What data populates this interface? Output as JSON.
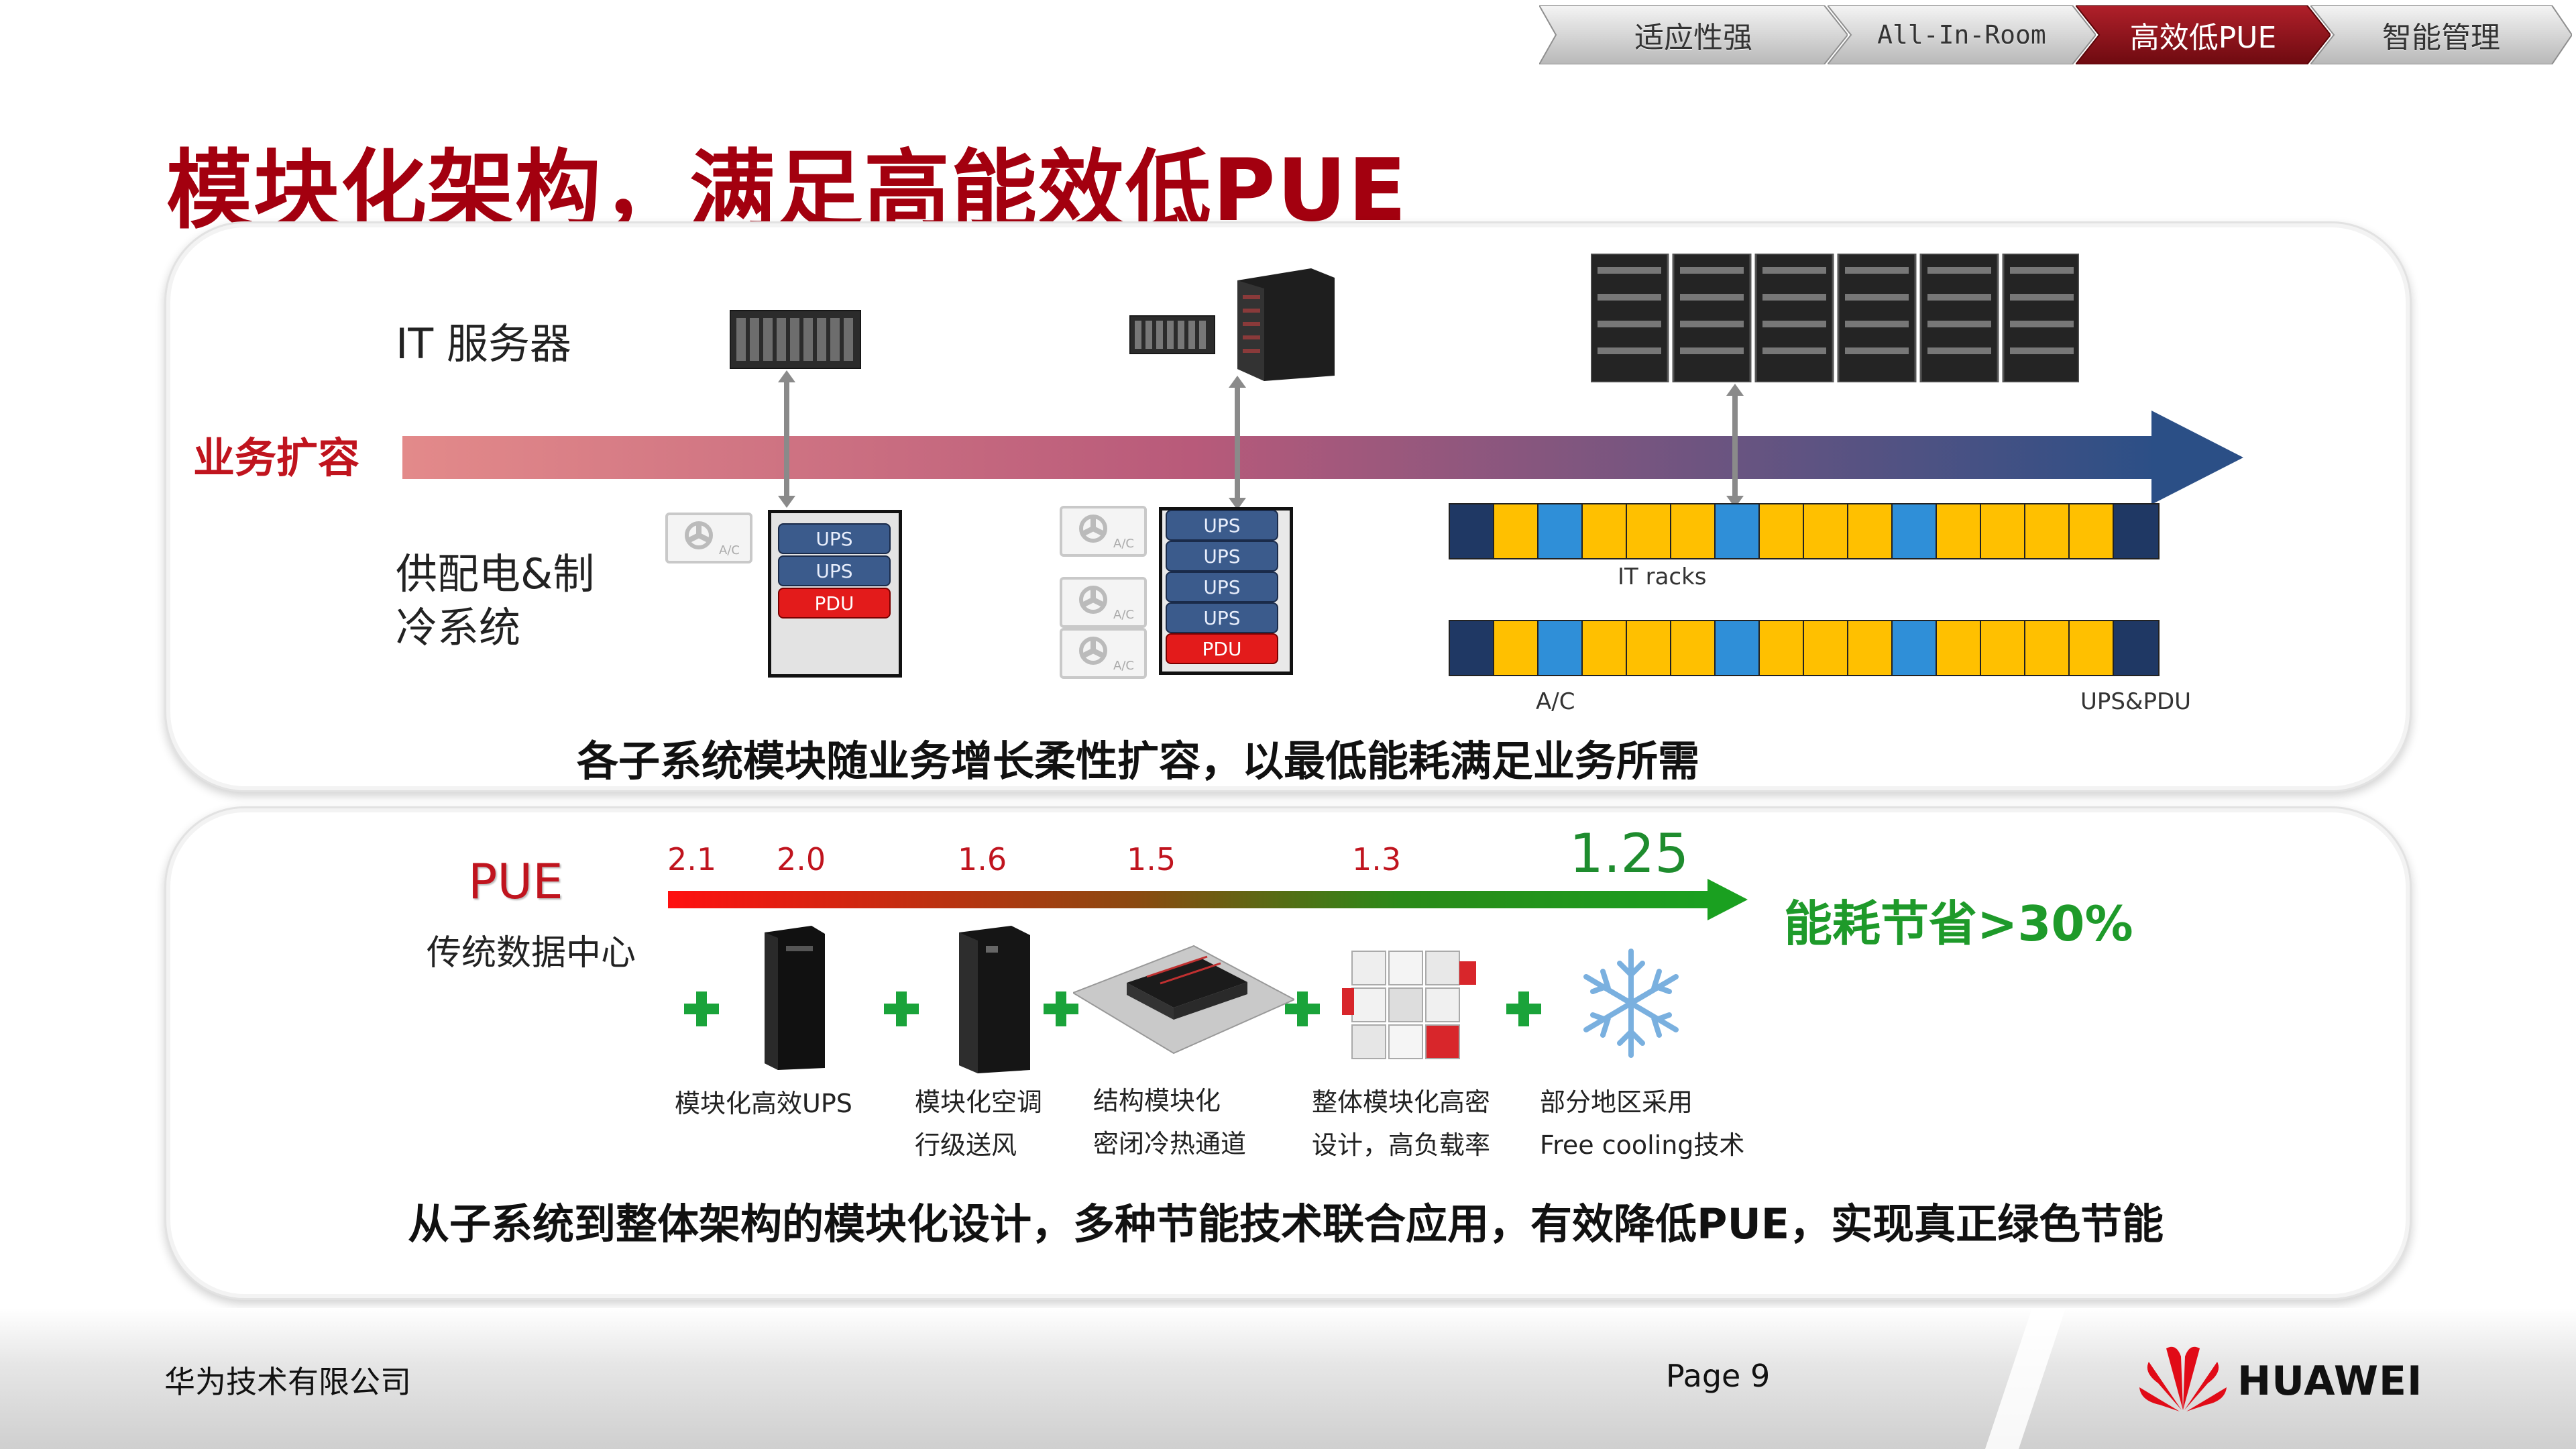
{
  "nav": {
    "tabs": [
      {
        "label": "适应性强"
      },
      {
        "label": "All-In-Room"
      },
      {
        "label": "高效低PUE"
      },
      {
        "label": "智能管理"
      }
    ],
    "active_color": "#8a0f17"
  },
  "title": "模块化架构，满足高能效低PUE",
  "panel1": {
    "it_label": "IT 服务器",
    "growth_label": "业务扩容",
    "power_label_1": "供配电&制",
    "power_label_2": "冷系统",
    "stage1": {
      "ac": "A/C",
      "modules": [
        "UPS",
        "UPS",
        "PDU"
      ]
    },
    "stage2": {
      "ac": "A/C",
      "modules": [
        "UPS",
        "UPS",
        "UPS",
        "UPS",
        "PDU"
      ]
    },
    "racks_label": "IT racks",
    "ac_label": "A/C",
    "ups_pdu_label": "UPS&PDU",
    "caption": "各子系统模块随业务增长柔性扩容，以最低能耗满足业务所需",
    "colors": {
      "navy": "#1f3864",
      "yellow": "#ffc000",
      "blue": "#2f8fd8"
    }
  },
  "panel2": {
    "pue_label": "PUE",
    "traditional_label": "传统数据中心",
    "pue_values": [
      "2.1",
      "2.0",
      "1.6",
      "1.5",
      "1.3",
      "1.25"
    ],
    "saving": "能耗节省>30%",
    "items": [
      {
        "line1": "模块化高效UPS",
        "line2": ""
      },
      {
        "line1": "模块化空调",
        "line2": "行级送风"
      },
      {
        "line1": "结构模块化",
        "line2": "密闭冷热通道"
      },
      {
        "line1": "整体模块化高密",
        "line2": "设计，高负载率"
      },
      {
        "line1": "部分地区采用",
        "line2": "Free cooling技术"
      }
    ],
    "caption": "从子系统到整体架构的模块化设计，多种节能技术联合应用，有效降低PUE，实现真正绿色节能"
  },
  "footer": {
    "company": "华为技术有限公司",
    "page": "Page 9",
    "brand": "HUAWEI",
    "brand_color": "#e10b17"
  }
}
